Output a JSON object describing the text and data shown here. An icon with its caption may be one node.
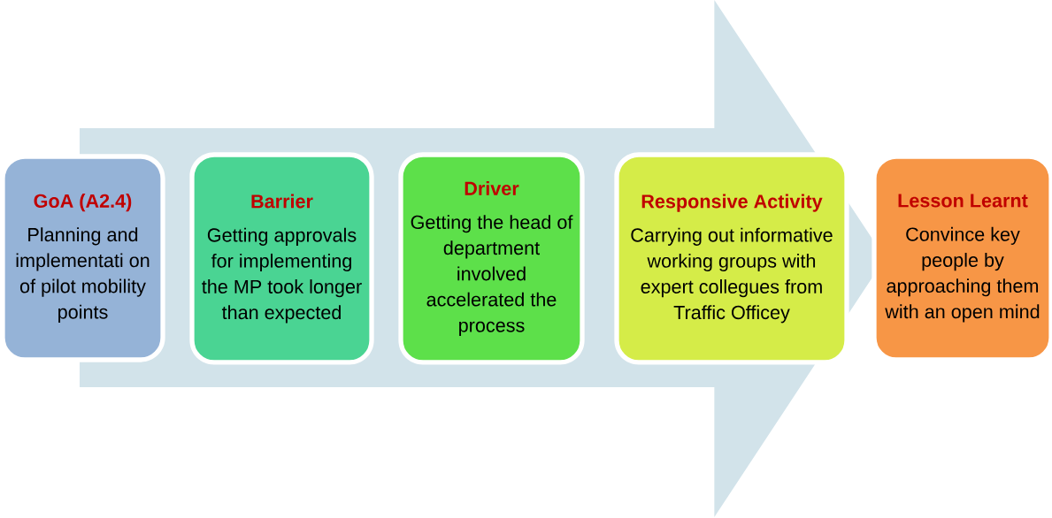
{
  "diagram": {
    "nodes": [
      {
        "text": [
          "GoA (A2.4)",
          "Planning and implementati on of pilot mobility points"
        ]
      },
      {
        "text": [
          "Barrier",
          "Getting approvals for implementing the MP took longer than expected"
        ]
      },
      {
        "text": [
          "Driver",
          "Getting the head of department involved accelerated the process"
        ]
      },
      {
        "text": [
          "Responsive Activity",
          "Carrying out informative working groups with expert collegues from Traffic Officey"
        ]
      },
      {
        "text": [
          "Lesson Learnt",
          "Convince key people by approaching them with an open mind"
        ]
      }
    ],
    "edges": [
      {
        "from": 0,
        "to": 4,
        "arrow": "to",
        "style": "thick"
      }
    ]
  }
}
